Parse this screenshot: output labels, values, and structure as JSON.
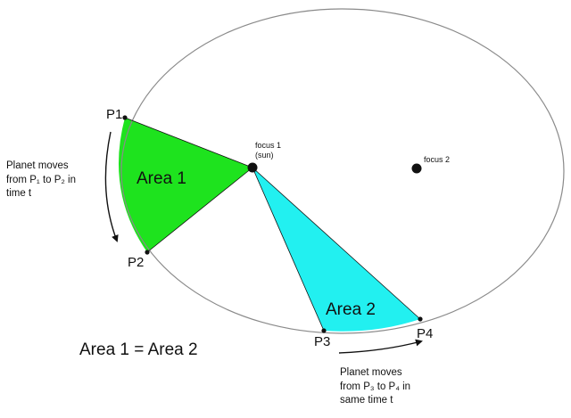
{
  "colors": {
    "area1_fill": "#1ee31e",
    "area2_fill": "#22f0f0",
    "orbit_stroke": "#8a8a8a",
    "ink": "#111111"
  },
  "points": {
    "p1": "P1",
    "p2": "P2",
    "p3": "P3",
    "p4": "P4"
  },
  "areas": {
    "area1": "Area 1",
    "area2": "Area 2"
  },
  "foci": {
    "focus1_line1": "focus 1",
    "focus1_line2": "(sun)",
    "focus2": "focus 2"
  },
  "notes": {
    "left": {
      "line1": "Planet moves",
      "line2": "from P₁ to P₂ in",
      "line3": "time t"
    },
    "bottom": {
      "line1": "Planet moves",
      "line2": "from P₃ to P₄ in",
      "line3": "same time t"
    }
  },
  "equation": "Area 1 = Area 2"
}
